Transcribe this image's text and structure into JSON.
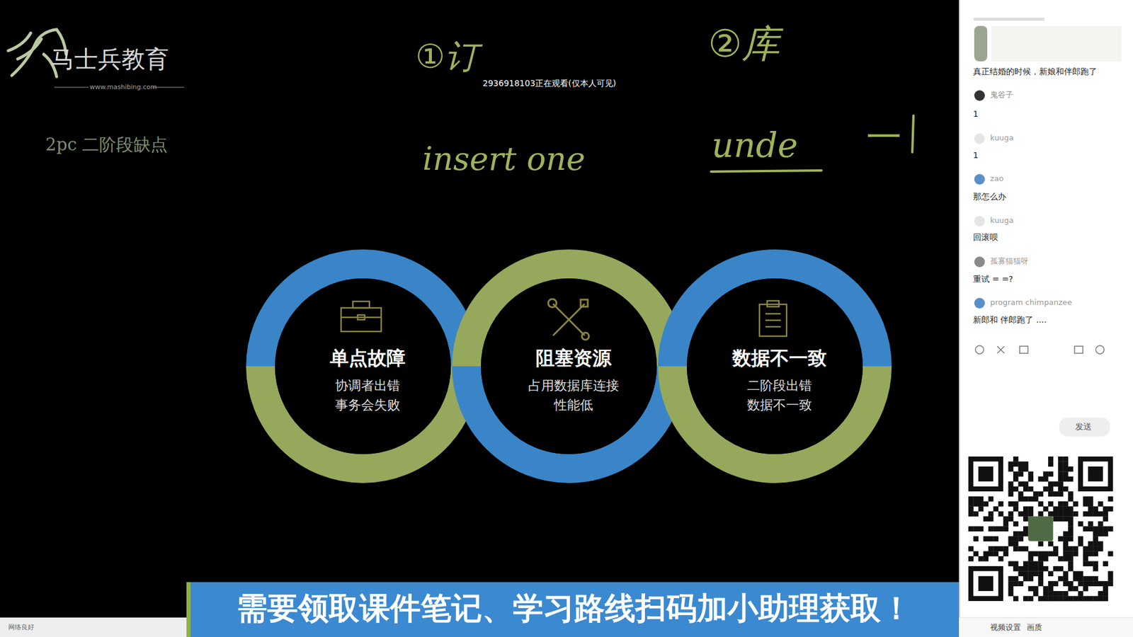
{
  "diagram": {
    "title": "2pc 二阶段缺点",
    "nodes": [
      {
        "text": [
          "单点故障",
          "协调者出错 事务会失败"
        ]
      },
      {
        "text": [
          "阻塞资源",
          "占用数据库连接 性能低"
        ]
      },
      {
        "text": [
          "数据不一致",
          "二阶段出错 数据不一致"
        ]
      }
    ],
    "labels": [
      "马士兵教育",
      "www.mashibing.com",
      "①订",
      "②库",
      "2936918103正在观看(仅本人可见)",
      "insert one",
      "unde",
      "一",
      "需要领取课件笔记、学习路线扫码加小助理获取！",
      "真正结婚的时候，新娘和伴郎跑了",
      "鬼谷子",
      "1",
      "kuuga",
      "1",
      "zao",
      "那怎么办",
      "kuuga",
      "回滚呗",
      "孤寡猫猫呀",
      "重试 = =?",
      "program chimpanzee",
      "新郎和 伴郎跑了 ....",
      "发送",
      "视频设置",
      "画质",
      "网络良好"
    ]
  }
}
